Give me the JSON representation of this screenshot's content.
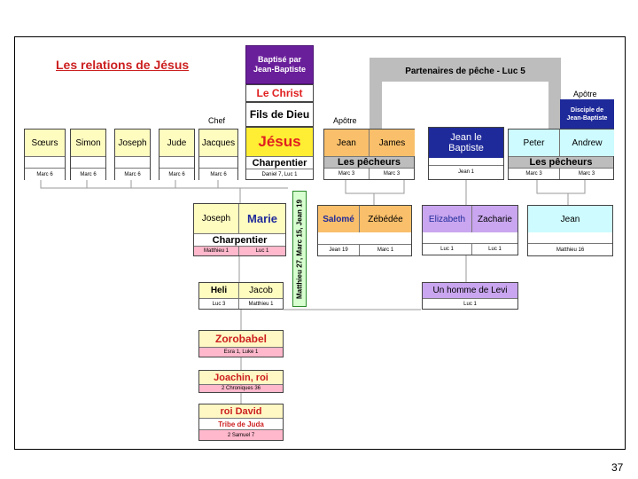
{
  "title": "Les relations de Jésus",
  "page_number": "37",
  "colors": {
    "title_red": "#cc1f1f",
    "sibling_yellow": "#fffcc0",
    "orange": "#f9bf6a",
    "yellow_head": "#ffee33",
    "purple": "#6a1f9a",
    "red": "#e02020",
    "pink": "#ffb8cc",
    "lilac": "#c9a6ef",
    "light_blue": "#cdfbff",
    "gray": "#bdbdbd",
    "light_yellow": "#fff7c4",
    "navy": "#1f2a9a",
    "green": "#d7ffd0"
  },
  "siblings": [
    {
      "name": "Sœurs",
      "ref": "Marc 6"
    },
    {
      "name": "Simon",
      "ref": "Marc 6"
    },
    {
      "name": "Joseph",
      "ref": "Marc 6"
    },
    {
      "name": "Jude",
      "ref": "Marc 6"
    },
    {
      "name": "Jacques",
      "ref": "Marc 6"
    }
  ],
  "labels": {
    "chef": "Chef",
    "apotre": "Apôtre"
  },
  "jesus": {
    "baptise": "Baptisé par Jean-Baptiste",
    "christ": "Le Christ",
    "fils": "Fils de Dieu",
    "name": "Jésus",
    "job": "Charpentier",
    "ref": "Daniel 7, Luc 1"
  },
  "vertical_ref": "Matthieu 27, Marc 15, Jean 19",
  "fishing": {
    "label": "Partenaires de pêche - Luc 5"
  },
  "pecheurs_left": {
    "persons": [
      {
        "name": "Jean",
        "ref": "Marc 3"
      },
      {
        "name": "James",
        "ref": "Marc 3"
      }
    ],
    "group": "Les pêcheurs"
  },
  "jean_baptiste": {
    "name": "Jean le Baptiste",
    "ref": "Jean 1"
  },
  "pecheurs_right": {
    "persons": [
      {
        "name": "Peter",
        "ref": "Marc 3"
      },
      {
        "name": "Andrew",
        "ref": "Marc 3"
      }
    ],
    "group": "Les pêcheurs",
    "disciple": "Disciple de Jean-Baptiste"
  },
  "parents": {
    "father": "Joseph",
    "mother": "Marie",
    "job": "Charpentier",
    "refs": [
      "Matthieu 1",
      "Luc 1"
    ]
  },
  "salome": {
    "persons": [
      {
        "name": "Salomé",
        "ref": "Jean 19"
      },
      {
        "name": "Zébédée",
        "ref": "Marc 1"
      }
    ]
  },
  "elizabeth": {
    "persons": [
      {
        "name": "Elizabeth",
        "ref": "Luc 1"
      },
      {
        "name": "Zacharie",
        "ref": "Luc 1"
      }
    ]
  },
  "jean_friend": {
    "name": "Jean",
    "ref": "Matthieu 16"
  },
  "grandparents": {
    "persons": [
      {
        "name": "Heli",
        "ref": "Luc 3"
      },
      {
        "name": "Jacob",
        "ref": "Matthieu 1"
      }
    ]
  },
  "levi": {
    "name": "Un homme de Levi",
    "ref": "Luc 1"
  },
  "zorobabel": {
    "name": "Zorobabel",
    "ref": "Esra 1, Luke 1"
  },
  "joachin": {
    "name": "Joachin, roi",
    "ref": "2 Chroniques 36"
  },
  "david": {
    "name": "roi David",
    "tribe": "Tribe de Juda",
    "ref": "2 Samuel 7"
  }
}
